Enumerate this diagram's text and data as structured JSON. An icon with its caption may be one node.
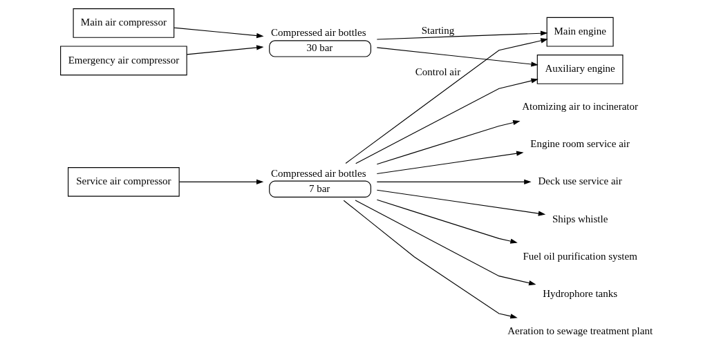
{
  "diagram": {
    "nodes": [
      {
        "text": [
          "Main air compressor"
        ]
      },
      {
        "text": [
          "Emergency air compressor"
        ]
      },
      {
        "text": [
          "Service air compressor"
        ]
      },
      {
        "text": [
          "30 bar"
        ],
        "beside": [
          "Compressed air bottles"
        ]
      },
      {
        "text": [
          "7 bar"
        ],
        "beside": [
          "Compressed air bottles"
        ]
      },
      {
        "text": [
          "Main engine"
        ]
      },
      {
        "text": [
          "Auxiliary engine"
        ]
      },
      {
        "text": [
          "Aeration to sewage treatment plant"
        ]
      },
      {
        "text": [
          "Atomizing air to incinerator"
        ]
      },
      {
        "text": [
          "Engine room service air"
        ]
      },
      {
        "text": [
          "Deck use service air"
        ]
      },
      {
        "text": [
          "Ships whistle"
        ]
      },
      {
        "text": [
          "Fuel oil purification system"
        ]
      },
      {
        "text": [
          "Hydrophore tanks"
        ]
      }
    ],
    "edges": [
      {
        "from": 0,
        "to": 3,
        "arrow": "to"
      },
      {
        "from": 1,
        "to": 3,
        "arrow": "to"
      },
      {
        "from": 3,
        "to": 5,
        "arrow": "to",
        "label": "Starting"
      },
      {
        "from": 3,
        "to": 6,
        "arrow": "to"
      },
      {
        "from": 2,
        "to": 4,
        "arrow": "to"
      },
      {
        "from": 4,
        "to": 5,
        "arrow": "to",
        "label": "Control air"
      },
      {
        "from": 4,
        "to": 6,
        "arrow": "to"
      },
      {
        "from": 4,
        "to": 7,
        "arrow": "to"
      },
      {
        "from": 4,
        "to": 8,
        "arrow": "to"
      },
      {
        "from": 4,
        "to": 9,
        "arrow": "to"
      },
      {
        "from": 4,
        "to": 10,
        "arrow": "to"
      },
      {
        "from": 4,
        "to": 11,
        "arrow": "to"
      },
      {
        "from": 4,
        "to": 12,
        "arrow": "to"
      },
      {
        "from": 4,
        "to": 13,
        "arrow": "to"
      }
    ]
  }
}
